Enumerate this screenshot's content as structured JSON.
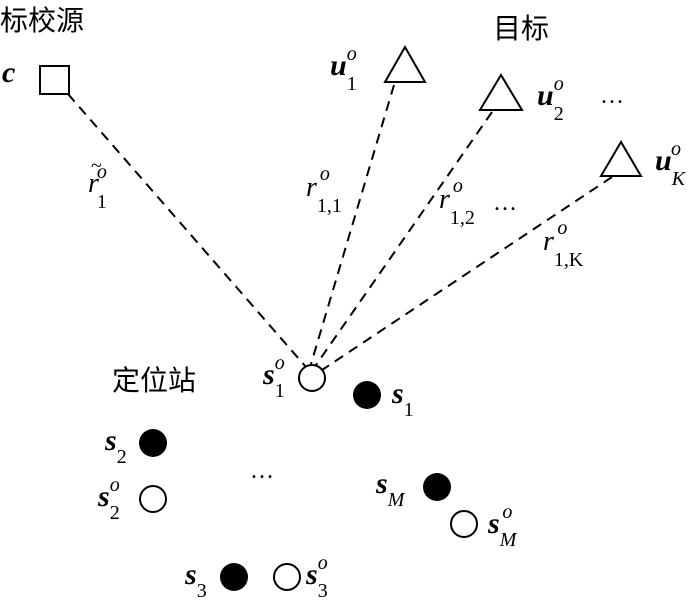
{
  "headings": {
    "calibration_source": "标校源",
    "targets": "目标",
    "stations": "定位站"
  },
  "calibration": {
    "symbol": "c",
    "range": {
      "main": "r",
      "tilde": "~",
      "sub": "1",
      "sup": "o"
    }
  },
  "targets": [
    {
      "main": "u",
      "sub": "1",
      "sup": "o"
    },
    {
      "main": "u",
      "sub": "2",
      "sup": "o"
    },
    {
      "main": "u",
      "sub": "K",
      "sup": "o"
    }
  ],
  "ranges": [
    {
      "main": "r",
      "sub": "1,1",
      "sup": "o"
    },
    {
      "main": "r",
      "sub": "1,2",
      "sup": "o"
    },
    {
      "main": "r",
      "sub": "1,K",
      "sup": "o"
    }
  ],
  "stations": {
    "s1o": {
      "main": "s",
      "sub": "1",
      "sup": "o"
    },
    "s1": {
      "main": "s",
      "sub": "1"
    },
    "s2": {
      "main": "s",
      "sub": "2"
    },
    "s2o": {
      "main": "s",
      "sub": "2",
      "sup": "o"
    },
    "sM": {
      "main": "s",
      "sub": "M"
    },
    "sMo": {
      "main": "s",
      "sub": "M",
      "sup": "o"
    },
    "s3": {
      "main": "s",
      "sub": "3"
    },
    "s3o": {
      "main": "s",
      "sub": "3",
      "sup": "o"
    }
  },
  "ellipsis": "…"
}
